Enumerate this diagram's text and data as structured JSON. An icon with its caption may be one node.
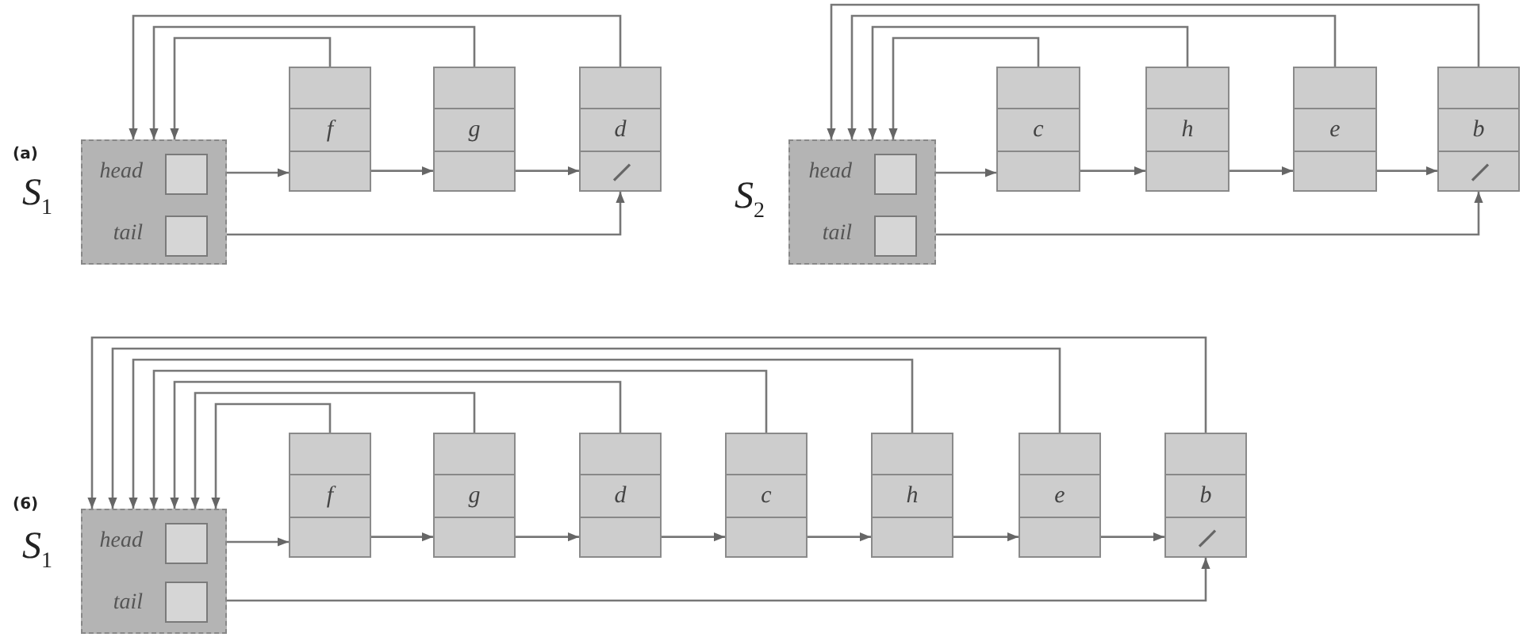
{
  "diagram": {
    "nodes": [
      {
        "text": [
          "head",
          "tail"
        ],
        "beside": [
          "S$_{1}$"
        ]
      },
      {
        "text": [],
        "shape": "box",
        "in": 0
      },
      {
        "text": [],
        "shape": "box",
        "in": 0
      },
      {
        "text": [
          "f"
        ]
      },
      {
        "text": [
          "g"
        ]
      },
      {
        "text": [
          "d"
        ]
      },
      {
        "text": [
          "head",
          "tail"
        ],
        "beside": [
          "S$_{2}$"
        ]
      },
      {
        "text": [],
        "shape": "box",
        "in": 6
      },
      {
        "text": [],
        "shape": "box",
        "in": 6
      },
      {
        "text": [
          "c"
        ]
      },
      {
        "text": [
          "h"
        ]
      },
      {
        "text": [
          "e"
        ]
      },
      {
        "text": [
          "b"
        ]
      },
      {
        "text": [
          "head",
          "tail"
        ],
        "beside": [
          "S$_{1}$"
        ]
      },
      {
        "text": [],
        "shape": "box",
        "in": 13
      },
      {
        "text": [],
        "shape": "box",
        "in": 13
      },
      {
        "text": [
          "f"
        ]
      },
      {
        "text": [
          "g"
        ]
      },
      {
        "text": [
          "d"
        ]
      },
      {
        "text": [
          "c"
        ]
      },
      {
        "text": [
          "h"
        ]
      },
      {
        "text": [
          "e"
        ]
      },
      {
        "text": [
          "b"
        ]
      }
    ],
    "edges": [
      {
        "from": 1,
        "to": 3,
        "arrow": "to"
      },
      {
        "from": 3,
        "to": 4,
        "arrow": "to"
      },
      {
        "from": 4,
        "to": 5,
        "arrow": "to"
      },
      {
        "from": 2,
        "to": 5,
        "arrow": "to"
      },
      {
        "from": 3,
        "to": 0,
        "arrow": "to"
      },
      {
        "from": 4,
        "to": 0,
        "arrow": "to"
      },
      {
        "from": 5,
        "to": 0,
        "arrow": "to"
      },
      {
        "from": 7,
        "to": 9,
        "arrow": "to"
      },
      {
        "from": 9,
        "to": 10,
        "arrow": "to"
      },
      {
        "from": 10,
        "to": 11,
        "arrow": "to"
      },
      {
        "from": 11,
        "to": 12,
        "arrow": "to"
      },
      {
        "from": 8,
        "to": 12,
        "arrow": "to"
      },
      {
        "from": 9,
        "to": 6,
        "arrow": "to"
      },
      {
        "from": 10,
        "to": 6,
        "arrow": "to"
      },
      {
        "from": 11,
        "to": 6,
        "arrow": "to"
      },
      {
        "from": 12,
        "to": 6,
        "arrow": "to"
      },
      {
        "from": 14,
        "to": 16,
        "arrow": "to"
      },
      {
        "from": 16,
        "to": 17,
        "arrow": "to"
      },
      {
        "from": 17,
        "to": 18,
        "arrow": "to"
      },
      {
        "from": 18,
        "to": 19,
        "arrow": "to"
      },
      {
        "from": 19,
        "to": 20,
        "arrow": "to"
      },
      {
        "from": 20,
        "to": 21,
        "arrow": "to"
      },
      {
        "from": 21,
        "to": 22,
        "arrow": "to"
      },
      {
        "from": 15,
        "to": 22,
        "arrow": "to"
      },
      {
        "from": 16,
        "to": 13,
        "arrow": "to"
      },
      {
        "from": 17,
        "to": 13,
        "arrow": "to"
      },
      {
        "from": 18,
        "to": 13,
        "arrow": "to"
      },
      {
        "from": 19,
        "to": 13,
        "arrow": "to"
      },
      {
        "from": 20,
        "to": 13,
        "arrow": "to"
      },
      {
        "from": 21,
        "to": 13,
        "arrow": "to"
      },
      {
        "from": 22,
        "to": 13,
        "arrow": "to"
      }
    ],
    "labels": [
      "(a)",
      "(6)"
    ]
  }
}
